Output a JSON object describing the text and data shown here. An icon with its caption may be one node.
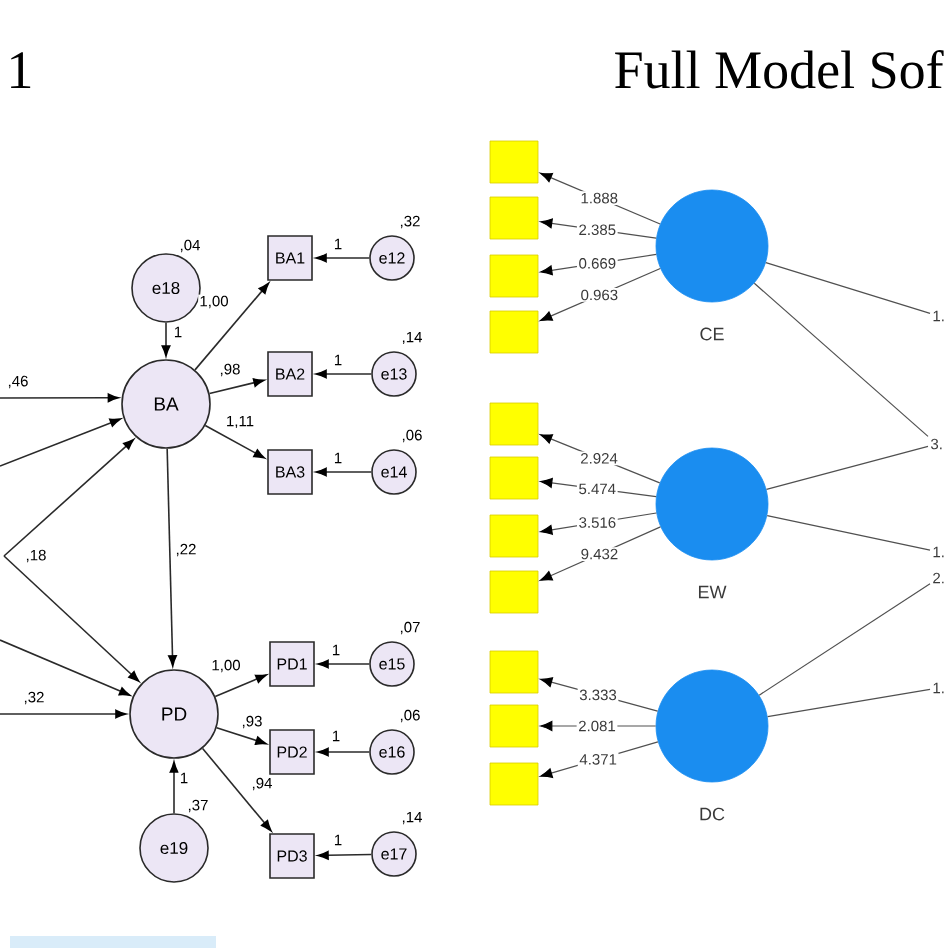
{
  "diagram": {
    "nodes": [
      {
        "text": [
          "e18"
        ],
        "beside": [
          ",04"
        ]
      },
      {
        "text": [
          "BA"
        ]
      },
      {
        "text": [
          "BA1"
        ]
      },
      {
        "text": [
          "e12"
        ],
        "beside": [
          ",32"
        ]
      },
      {
        "text": [
          "BA2"
        ]
      },
      {
        "text": [
          "e13"
        ],
        "beside": [
          ",14"
        ]
      },
      {
        "text": [
          "BA3"
        ]
      },
      {
        "text": [
          "e14"
        ],
        "beside": [
          ",06"
        ]
      },
      {
        "text": [
          "PD"
        ]
      },
      {
        "text": [
          "PD1"
        ]
      },
      {
        "text": [
          "e15"
        ],
        "beside": [
          ",07"
        ]
      },
      {
        "text": [
          "PD2"
        ]
      },
      {
        "text": [
          "e16"
        ],
        "beside": [
          ",06"
        ]
      },
      {
        "text": [
          "PD3"
        ]
      },
      {
        "text": [
          "e17"
        ],
        "beside": [
          ",14"
        ]
      },
      {
        "text": [
          "e19"
        ],
        "beside": [
          ",37"
        ]
      },
      {
        "text": [],
        "shape": "box"
      },
      {
        "text": [],
        "shape": "box"
      },
      {
        "text": [],
        "shape": "box"
      },
      {
        "text": [],
        "shape": "box"
      },
      {
        "text": [
          "CE"
        ]
      },
      {
        "text": [],
        "shape": "box"
      },
      {
        "text": [],
        "shape": "box"
      },
      {
        "text": [],
        "shape": "box"
      },
      {
        "text": [],
        "shape": "box"
      },
      {
        "text": [
          "EW"
        ]
      },
      {
        "text": [],
        "shape": "box"
      },
      {
        "text": [],
        "shape": "box"
      },
      {
        "text": [],
        "shape": "box"
      },
      {
        "text": [
          "DC"
        ]
      },
      {
        "text": [
          "1."
        ]
      },
      {
        "text": [
          "3."
        ]
      },
      {
        "text": [
          "1."
        ]
      },
      {
        "text": [
          "2."
        ]
      },
      {
        "text": [
          "1."
        ]
      }
    ],
    "edges": [
      {
        "from": 0,
        "to": 1,
        "arrow": "to",
        "label": "1"
      },
      {
        "from": 1,
        "to": 2,
        "arrow": "to",
        "label": "1,00"
      },
      {
        "from": 3,
        "to": 2,
        "arrow": "to",
        "label": "1"
      },
      {
        "from": 1,
        "to": 4,
        "arrow": "to",
        "label": ",98"
      },
      {
        "from": 5,
        "to": 4,
        "arrow": "to",
        "label": "1"
      },
      {
        "from": 1,
        "to": 6,
        "arrow": "to",
        "label": "1,11"
      },
      {
        "from": 7,
        "to": 6,
        "arrow": "to",
        "label": "1"
      },
      {
        "from": 1,
        "to": 8,
        "arrow": "to",
        "label": ",22"
      },
      {
        "from": 8,
        "to": 9,
        "arrow": "to",
        "label": "1,00"
      },
      {
        "from": 10,
        "to": 9,
        "arrow": "to",
        "label": "1"
      },
      {
        "from": 8,
        "to": 11,
        "arrow": "to",
        "label": ",93"
      },
      {
        "from": 12,
        "to": 11,
        "arrow": "to",
        "label": "1"
      },
      {
        "from": 8,
        "to": 13,
        "arrow": "to",
        "label": ",94"
      },
      {
        "from": 14,
        "to": 13,
        "arrow": "to",
        "label": "1"
      },
      {
        "from": 15,
        "to": 8,
        "arrow": "to",
        "label": "1"
      },
      {
        "from": null,
        "to": 1,
        "arrow": "to",
        "label": ",46"
      },
      {
        "from": null,
        "to": 1,
        "arrow": "to"
      },
      {
        "from": null,
        "to": 1,
        "arrow": "to"
      },
      {
        "from": null,
        "to": 8,
        "arrow": "to"
      },
      {
        "from": null,
        "to": 8,
        "arrow": "to"
      },
      {
        "from": null,
        "to": 8,
        "arrow": "to",
        "label": ",32"
      },
      {
        "from": 20,
        "to": 16,
        "arrow": "to",
        "label": "1.888"
      },
      {
        "from": 20,
        "to": 17,
        "arrow": "to",
        "label": "2.385"
      },
      {
        "from": 20,
        "to": 18,
        "arrow": "to",
        "label": "0.669"
      },
      {
        "from": 20,
        "to": 19,
        "arrow": "to",
        "label": "0.963"
      },
      {
        "from": 25,
        "to": 21,
        "arrow": "to",
        "label": "2.924"
      },
      {
        "from": 25,
        "to": 22,
        "arrow": "to",
        "label": "5.474"
      },
      {
        "from": 25,
        "to": 23,
        "arrow": "to",
        "label": "3.516"
      },
      {
        "from": 25,
        "to": 24,
        "arrow": "to",
        "label": "9.432"
      },
      {
        "from": 29,
        "to": 26,
        "arrow": "to",
        "label": "3.333"
      },
      {
        "from": 29,
        "to": 27,
        "arrow": "to",
        "label": "2.081"
      },
      {
        "from": 29,
        "to": 28,
        "arrow": "to",
        "label": "4.371"
      },
      {
        "from": 20,
        "to": 30,
        "arrow": "none"
      },
      {
        "from": 20,
        "to": 31,
        "arrow": "none"
      },
      {
        "from": 25,
        "to": 31,
        "arrow": "none"
      },
      {
        "from": 25,
        "to": 32,
        "arrow": "none"
      },
      {
        "from": 29,
        "to": 33,
        "arrow": "none"
      },
      {
        "from": 29,
        "to": 34,
        "arrow": "none"
      }
    ],
    "labels": [
      "1",
      "Full Model Sof",
      ",18"
    ]
  }
}
